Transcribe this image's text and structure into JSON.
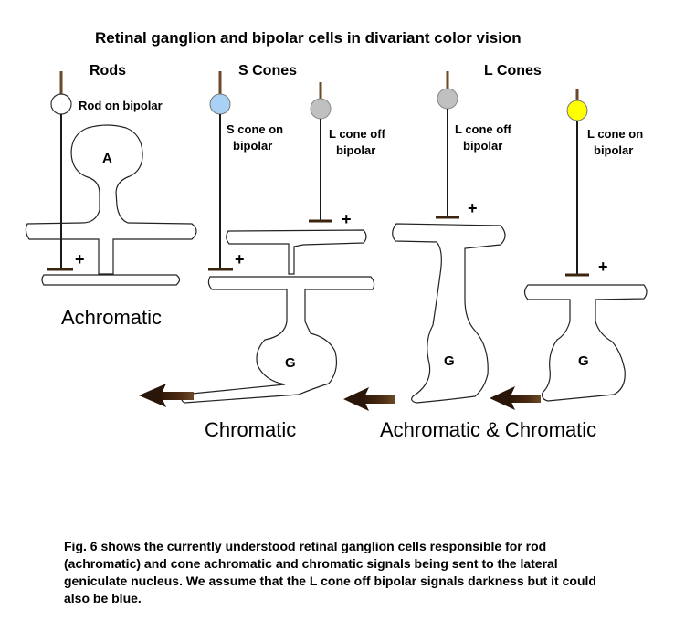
{
  "title": "Retinal  ganglion and bipolar cells in divariant color vision",
  "columns": {
    "rods": "Rods",
    "s_cones": "S Cones",
    "l_cones": "L Cones"
  },
  "bipolar_labels": {
    "rod_on": "Rod on bipolar",
    "s_on_1": "S cone on",
    "s_on_2": "bipolar",
    "l_off_a_1": "L cone off",
    "l_off_a_2": "bipolar",
    "l_off_b_1": "L cone off",
    "l_off_b_2": "bipolar",
    "l_on_1": "L cone on",
    "l_on_2": "bipolar"
  },
  "cells": {
    "amacrine": "A",
    "ganglion": "G"
  },
  "synapse_sign": "+",
  "outputs": {
    "achromatic": "Achromatic",
    "chromatic": "Chromatic",
    "both": "Achromatic & Chromatic"
  },
  "colors": {
    "rod": "#ffffff",
    "s_cone": "#a9d0f5",
    "l_cone_off": "#c0c0c0",
    "l_cone_on": "#ffff00",
    "axon": "#6b4a28",
    "arrow": "#3b2410"
  },
  "caption": "Fig. 6 shows the currently understood retinal ganglion cells responsible for rod (achromatic) and cone achromatic and chromatic signals being sent to the lateral geniculate nucleus. We assume that the L cone off bipolar signals darkness but it could also be blue."
}
